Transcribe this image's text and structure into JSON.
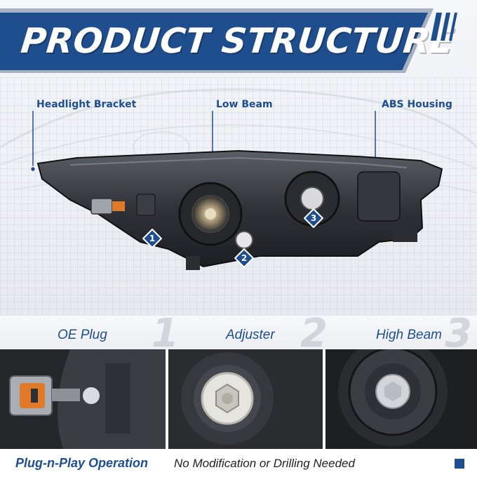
{
  "banner": {
    "title": "PRODUCT STRUCTURE",
    "color": "#1f4e8f"
  },
  "callouts": [
    {
      "label": "Headlight Bracket"
    },
    {
      "label": "Low Beam"
    },
    {
      "label": "ABS Housing"
    }
  ],
  "markers": [
    {
      "number": "1"
    },
    {
      "number": "2"
    },
    {
      "number": "3"
    }
  ],
  "features": [
    {
      "label": "OE Plug",
      "number": "1"
    },
    {
      "label": "Adjuster",
      "number": "2"
    },
    {
      "label": "High Beam",
      "number": "3"
    }
  ],
  "footer": {
    "highlight": "Plug-n-Play Operation",
    "text": "No Modification or Drilling Needed"
  }
}
